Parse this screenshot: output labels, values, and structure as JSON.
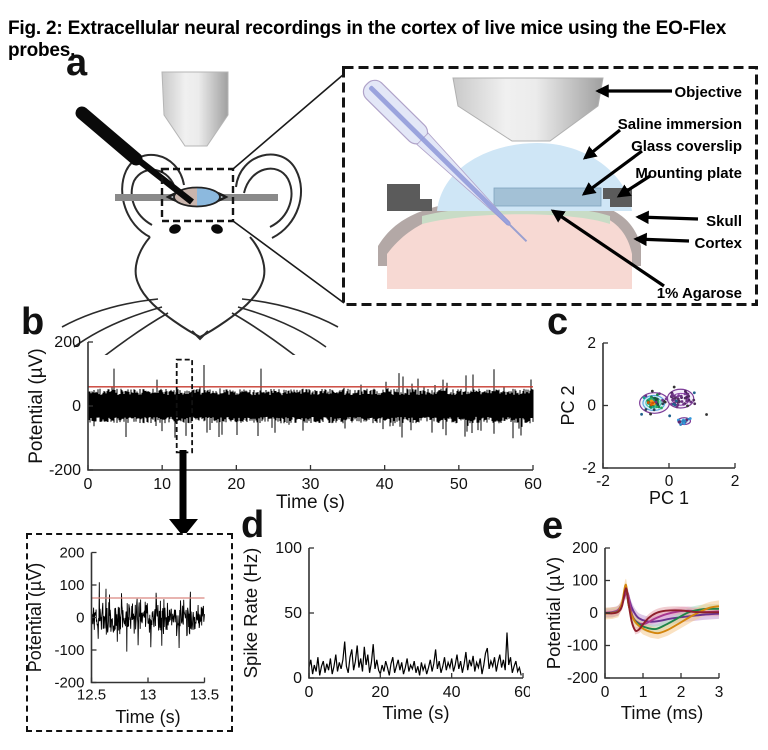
{
  "figure": {
    "title": "Fig. 2: Extracellular neural recordings in the cortex of live mice using the EO-Flex probes.",
    "panel_labels": {
      "a": "a",
      "b": "b",
      "c": "c",
      "d": "d",
      "e": "e"
    }
  },
  "schematic": {
    "labels": {
      "objective": "Objective",
      "saline": "Saline immersion",
      "coverslip": "Glass coverslip",
      "mounting_plate": "Mounting plate",
      "skull": "Skull",
      "cortex": "Cortex",
      "agarose": "1% Agarose"
    },
    "colors": {
      "saline": "#cfe6f6",
      "coverslip": "#a3c1d6",
      "agarose": "#c8dcc6",
      "mounting_plate": "#5b5b5b",
      "skull": "#b3a8a6",
      "cortex": "#f7d9d3",
      "probe_glass": "#e3e7f7",
      "probe_core": "#8d97d8",
      "window_left": "#c9b5ad",
      "window_right": "#8cb9de",
      "headbar": "#8a8a8a"
    }
  },
  "chart_data": [
    {
      "id": "raw_trace",
      "type": "line",
      "xlabel": "Time (s)",
      "ylabel": "Potential (µV)",
      "xlim": [
        0,
        60
      ],
      "ylim": [
        -200,
        200
      ],
      "xticks": [
        0,
        10,
        20,
        30,
        40,
        50,
        60
      ],
      "yticks": [
        -200,
        0,
        200
      ],
      "threshold_uV": 60,
      "threshold_color": "#c73a2e",
      "noise_envelope_uV": 50,
      "max_spike_uV": 140,
      "zoom_window_s": [
        12.5,
        13.5
      ],
      "seed": 13
    },
    {
      "id": "zoom_trace",
      "type": "line",
      "xlabel": "Time (s)",
      "ylabel": "Potential (µV)",
      "xlim": [
        12.5,
        13.5
      ],
      "ylim": [
        -200,
        200
      ],
      "xticks": [
        12.5,
        13,
        13.5
      ],
      "yticks": [
        -200,
        -100,
        0,
        100,
        200
      ],
      "threshold_uV": 60,
      "threshold_color": "#d98880",
      "noise_envelope_uV": 35,
      "max_spike_uV": 110,
      "seed": 5
    },
    {
      "id": "pca",
      "type": "scatter",
      "xlabel": "PC 1",
      "ylabel": "PC 2",
      "xlim": [
        -2,
        2
      ],
      "ylim": [
        -2,
        2
      ],
      "xticks": [
        -2,
        0,
        2
      ],
      "yticks": [
        -2,
        0,
        2
      ],
      "seed": 21,
      "clusters": [
        {
          "center": [
            -0.46,
            0.1
          ],
          "spread": [
            0.17,
            0.13
          ],
          "n": 46,
          "colors": [
            "#1e8449",
            "#17a589",
            "#27ae60",
            "#145a32",
            "#2e4053"
          ]
        },
        {
          "center": [
            -0.48,
            0.1
          ],
          "spread": [
            0.07,
            0.05
          ],
          "n": 12,
          "colors": [
            "#e67e22",
            "#f39c12",
            "#d35400"
          ]
        },
        {
          "center": [
            0.35,
            0.22
          ],
          "spread": [
            0.24,
            0.17
          ],
          "n": 42,
          "colors": [
            "#6c3483",
            "#512e5f",
            "#7d3c98",
            "#4a235a"
          ]
        },
        {
          "center": [
            0.46,
            -0.5
          ],
          "spread": [
            0.13,
            0.07
          ],
          "n": 16,
          "colors": [
            "#2e86c1",
            "#5b2c6f",
            "#3498db"
          ]
        },
        {
          "center": [
            -0.05,
            0.05
          ],
          "spread": [
            0.55,
            0.3
          ],
          "n": 20,
          "colors": [
            "#333333",
            "#6c3483",
            "#21618c"
          ]
        }
      ],
      "contours": [
        {
          "cx": -0.44,
          "cy": 0.08,
          "rx": 0.45,
          "ry": 0.33,
          "color": "#7d3c98",
          "w": 1.2,
          "fill": "#f3eef8"
        },
        {
          "cx": -0.46,
          "cy": 0.08,
          "rx": 0.33,
          "ry": 0.24,
          "color": "#5dade2",
          "w": 1.2,
          "fill": "#ddeefa"
        },
        {
          "cx": -0.47,
          "cy": 0.09,
          "rx": 0.23,
          "ry": 0.17,
          "color": "#48c9b0",
          "w": 1.2
        },
        {
          "cx": -0.48,
          "cy": 0.1,
          "rx": 0.15,
          "ry": 0.11,
          "color": "#58d68d",
          "w": 1.2
        },
        {
          "cx": -0.48,
          "cy": 0.1,
          "rx": 0.09,
          "ry": 0.07,
          "color": "#f4d03f",
          "w": 1.5,
          "fill": "#fdf3d0"
        },
        {
          "cx": -0.48,
          "cy": 0.1,
          "rx": 0.05,
          "ry": 0.04,
          "color": "#e67e22",
          "w": 1.8,
          "fill": "#f5b041"
        },
        {
          "cx": 0.35,
          "cy": 0.22,
          "rx": 0.4,
          "ry": 0.3,
          "color": "#7d3c98",
          "w": 1.2,
          "fill": "#f0e9f7"
        },
        {
          "cx": 0.35,
          "cy": 0.2,
          "rx": 0.26,
          "ry": 0.19,
          "color": "#8e44ad",
          "w": 1.0
        },
        {
          "cx": 0.46,
          "cy": -0.5,
          "rx": 0.19,
          "ry": 0.11,
          "color": "#7d3c98",
          "w": 1.2,
          "fill": "#d9e6f5"
        }
      ]
    },
    {
      "id": "spike_rate",
      "type": "line",
      "xlabel": "Time (s)",
      "ylabel": "Spike Rate (Hz)",
      "xlim": [
        0,
        60
      ],
      "ylim": [
        0,
        100
      ],
      "xticks": [
        0,
        20,
        40,
        60
      ],
      "yticks": [
        0,
        50,
        100
      ],
      "x_step_s": 0.5,
      "values": [
        8,
        14,
        3,
        10,
        5,
        16,
        2,
        9,
        13,
        4,
        11,
        6,
        15,
        3,
        9,
        18,
        5,
        12,
        7,
        14,
        28,
        9,
        4,
        16,
        22,
        6,
        13,
        25,
        8,
        15,
        5,
        24,
        10,
        18,
        4,
        12,
        26,
        7,
        14,
        6,
        3,
        10,
        5,
        13,
        8,
        2,
        11,
        16,
        4,
        9,
        14,
        6,
        12,
        3,
        8,
        15,
        5,
        10,
        7,
        13,
        4,
        9,
        2,
        12,
        6,
        10,
        3,
        8,
        14,
        5,
        11,
        22,
        7,
        13,
        4,
        9,
        16,
        6,
        12,
        8,
        15,
        5,
        10,
        18,
        7,
        13,
        4,
        11,
        20,
        6,
        14,
        9,
        17,
        5,
        12,
        8,
        15,
        3,
        10,
        19,
        23,
        7,
        13,
        9,
        16,
        5,
        12,
        18,
        8,
        14,
        6,
        35,
        10,
        16,
        4,
        9,
        13,
        5,
        8,
        2
      ]
    },
    {
      "id": "waveforms",
      "type": "line",
      "xlabel": "Time (ms)",
      "ylabel": "Potential (µV)",
      "xlim": [
        0,
        3
      ],
      "ylim": [
        -200,
        200
      ],
      "xticks": [
        0,
        1,
        2,
        3
      ],
      "yticks": [
        -200,
        -100,
        0,
        100,
        200
      ],
      "series": [
        {
          "name": "unit-purple",
          "color": "#6a3390",
          "band_color": "#c39bd3",
          "band_uV": 16,
          "x": [
            0,
            0.2,
            0.35,
            0.45,
            0.52,
            0.58,
            0.7,
            0.85,
            1.0,
            1.2,
            1.45,
            1.7,
            2.0,
            2.3,
            2.6,
            3.0
          ],
          "y": [
            0,
            2,
            8,
            28,
            58,
            66,
            18,
            -12,
            -22,
            -27,
            -24,
            -18,
            -13,
            -9,
            -5,
            -2
          ]
        },
        {
          "name": "unit-magenta",
          "color": "#a8368f",
          "band_color": "#e2a3d4",
          "band_uV": 13,
          "x": [
            0,
            0.2,
            0.35,
            0.45,
            0.52,
            0.6,
            0.72,
            0.88,
            1.05,
            1.3,
            1.6,
            1.9,
            2.2,
            2.6,
            3.0
          ],
          "y": [
            1,
            3,
            10,
            30,
            52,
            60,
            -8,
            -30,
            -33,
            -18,
            -4,
            4,
            7,
            3,
            5
          ]
        },
        {
          "name": "unit-green",
          "color": "#1e8449",
          "band_color": "#a9dfbf",
          "band_uV": 14,
          "x": [
            0,
            0.2,
            0.35,
            0.45,
            0.55,
            0.62,
            0.75,
            0.95,
            1.15,
            1.35,
            1.6,
            1.9,
            2.2,
            2.6,
            3.0
          ],
          "y": [
            0,
            1,
            6,
            30,
            80,
            25,
            -18,
            -38,
            -47,
            -49,
            -36,
            -17,
            2,
            12,
            13
          ]
        },
        {
          "name": "unit-orange",
          "color": "#d4860d",
          "band_color": "#f5cb8f",
          "band_uV": 18,
          "x": [
            0,
            0.2,
            0.35,
            0.45,
            0.55,
            0.63,
            0.78,
            1.0,
            1.2,
            1.4,
            1.65,
            1.95,
            2.3,
            2.7,
            3.0
          ],
          "y": [
            -2,
            0,
            5,
            32,
            87,
            20,
            -25,
            -48,
            -58,
            -62,
            -52,
            -32,
            -8,
            14,
            21
          ]
        },
        {
          "name": "unit-maroon",
          "color": "#8e1f2c",
          "band_color": "#e6a5ad",
          "band_uV": 12,
          "x": [
            0,
            0.2,
            0.35,
            0.45,
            0.55,
            0.62,
            0.7,
            0.8,
            0.9,
            1.0,
            1.15,
            1.35,
            1.6,
            2.0,
            2.4,
            3.0
          ],
          "y": [
            0,
            -1,
            4,
            22,
            76,
            30,
            -25,
            -54,
            -50,
            -35,
            -15,
            0,
            7,
            8,
            3,
            2
          ]
        }
      ]
    }
  ]
}
